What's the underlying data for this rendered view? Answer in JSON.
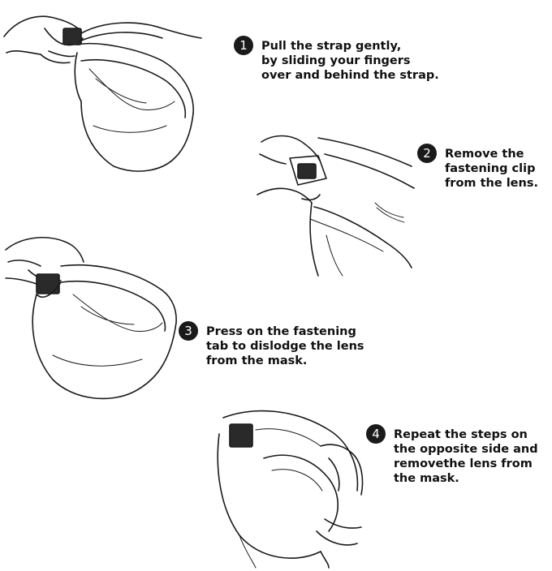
{
  "steps": [
    {
      "number": "1",
      "lines": [
        "Pull the strap gently,",
        "by sliding your fingers",
        "over and behind the strap."
      ]
    },
    {
      "number": "2",
      "lines": [
        "Remove the",
        "fastening clip",
        "from the lens."
      ]
    },
    {
      "number": "3",
      "lines": [
        "Press on the fastening",
        "tab to dislodge the lens",
        "from the mask."
      ]
    },
    {
      "number": "4",
      "lines": [
        "Repeat the steps on",
        "the opposite side and",
        "removethe lens from",
        "the mask."
      ]
    }
  ],
  "colors": {
    "ink": "#1a1a1a",
    "background": "#ffffff"
  }
}
